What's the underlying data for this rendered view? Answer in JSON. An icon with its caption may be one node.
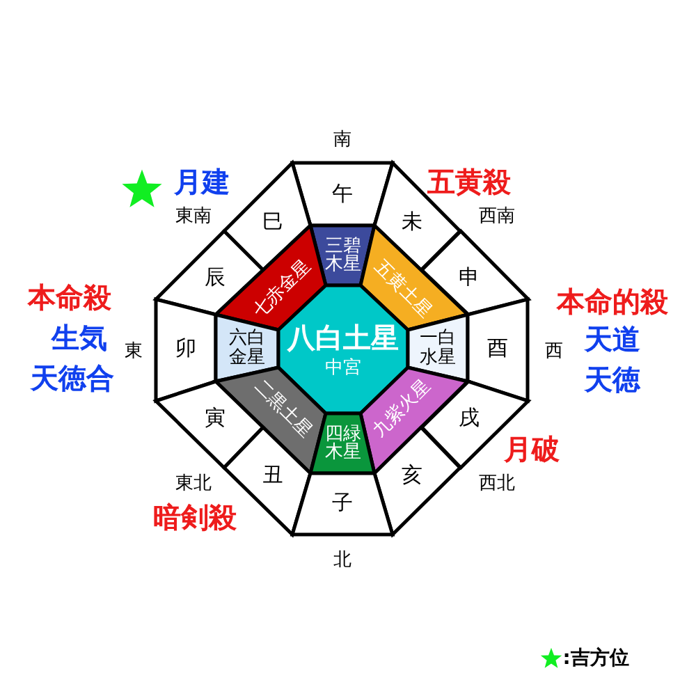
{
  "diagram": {
    "nodes": [
      {
        "text": [
          "午"
        ]
      },
      {
        "text": [
          "巳"
        ]
      },
      {
        "text": [
          "未"
        ]
      },
      {
        "text": [
          "辰"
        ]
      },
      {
        "text": [
          "申"
        ]
      },
      {
        "text": [
          "三碧木星"
        ]
      },
      {
        "text": [
          "七赤金星"
        ]
      },
      {
        "text": [
          "五黄土星"
        ]
      },
      {
        "text": [
          "卯"
        ]
      },
      {
        "text": [
          "六白金星"
        ]
      },
      {
        "text": [
          "八白土星",
          "中宮"
        ]
      },
      {
        "text": [
          "一白水星"
        ]
      },
      {
        "text": [
          "酉"
        ]
      },
      {
        "text": [
          "二黒土星"
        ]
      },
      {
        "text": [
          "九紫火星"
        ]
      },
      {
        "text": [
          "寅"
        ]
      },
      {
        "text": [
          "戌"
        ]
      },
      {
        "text": [
          "四緑木星"
        ]
      },
      {
        "text": [
          "丑"
        ]
      },
      {
        "text": [
          "亥"
        ]
      },
      {
        "text": [
          "子"
        ]
      }
    ],
    "labels": [
      "南",
      "月建",
      "五黄殺",
      "東南",
      "西南",
      "本命殺",
      "本命的殺",
      "生気",
      "東",
      "西",
      "天道",
      "天徳合",
      "天徳",
      "月破",
      "東北",
      "西北",
      "暗剣殺",
      "北"
    ],
    "legend": [
      {
        "text": ":吉方位"
      }
    ]
  }
}
